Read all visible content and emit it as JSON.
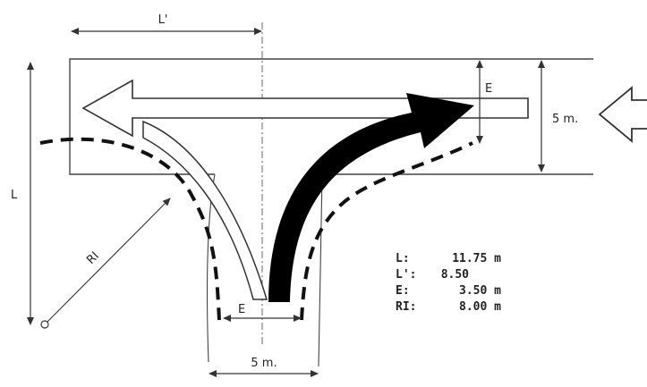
{
  "labels": {
    "l_prime": "L'",
    "l": "L",
    "e_top": "E",
    "e_bottom": "E",
    "ri": "RI",
    "width_right": "5 m.",
    "width_bottom": "5 m."
  },
  "legend": [
    {
      "key": "L:",
      "value": "11.75 m"
    },
    {
      "key": "L':",
      "value": "8.50"
    },
    {
      "key": "E:",
      "value": "3.50 m"
    },
    {
      "key": "RI:",
      "value": "8.00 m"
    }
  ],
  "colors": {
    "line": "#333333",
    "arrow_fill": "#000000",
    "background": "#ffffff"
  }
}
